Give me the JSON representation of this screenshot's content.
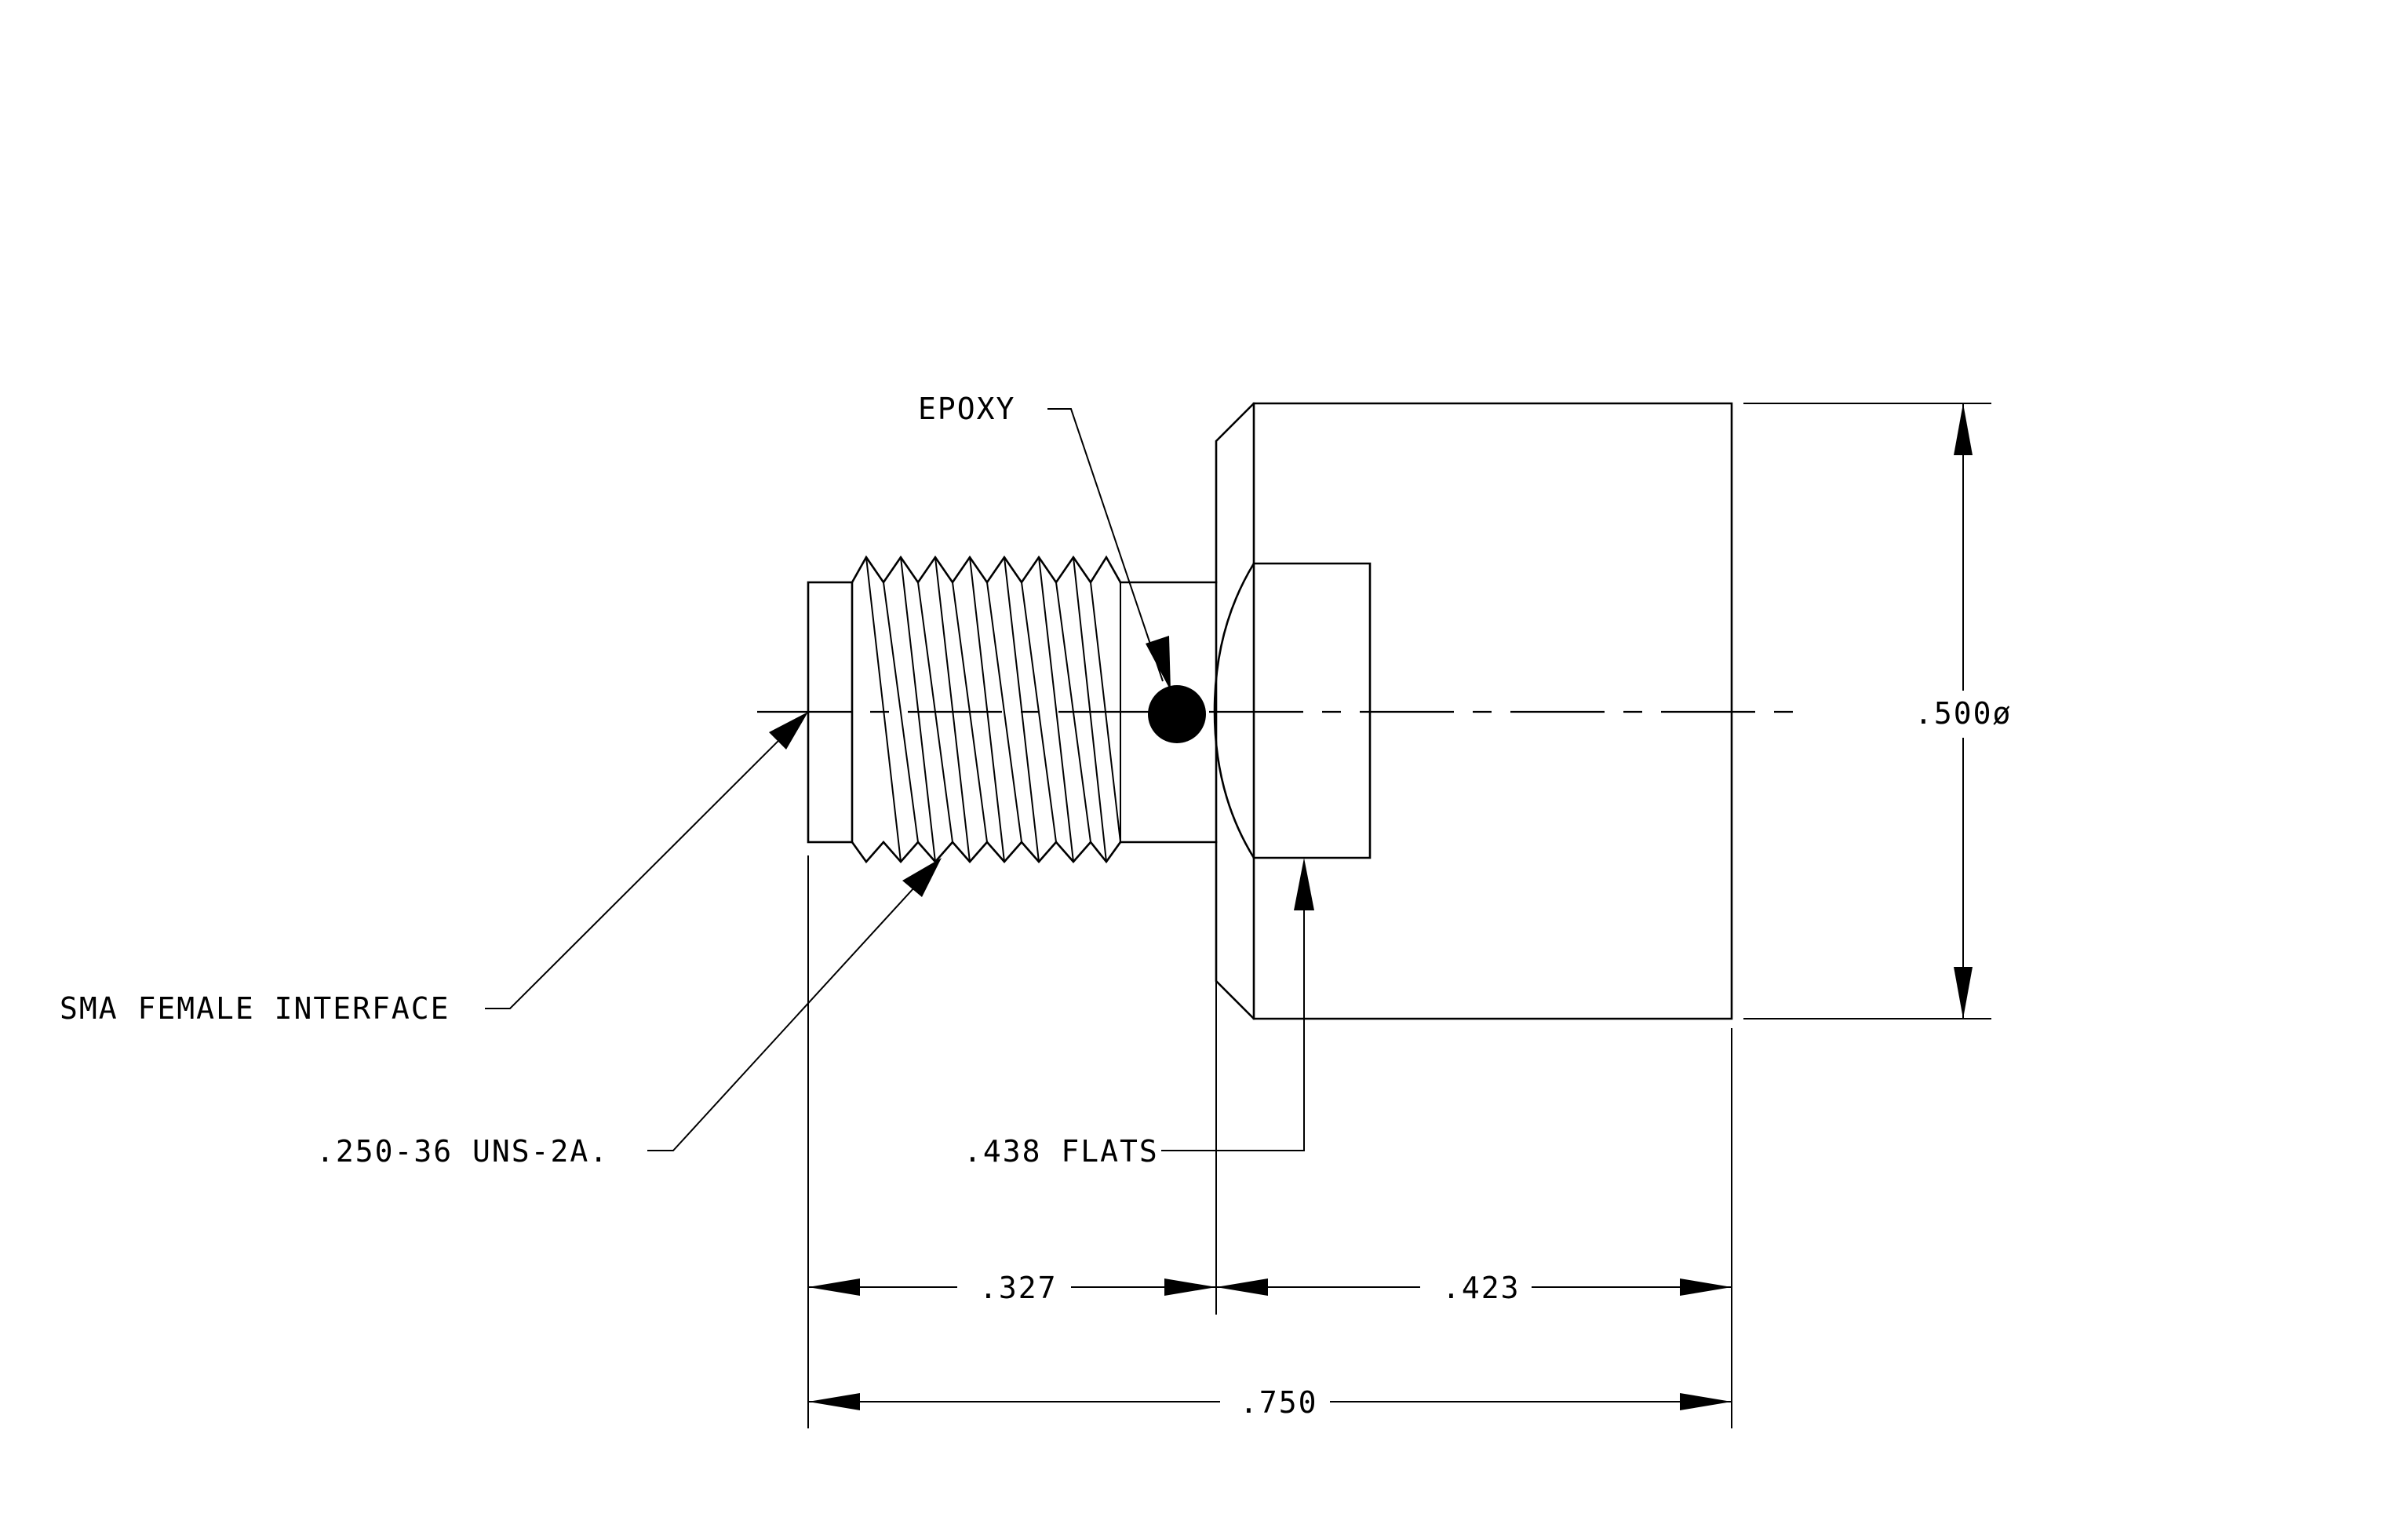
{
  "labels": {
    "epoxy": "EPOXY",
    "interface": "SMA FEMALE INTERFACE",
    "thread": ".250-36 UNS-2A.",
    "flats": ".438 FLATS",
    "diameter": ".500ø"
  },
  "dimensions": {
    "front": ".327",
    "rear": ".423",
    "overall": ".750"
  }
}
